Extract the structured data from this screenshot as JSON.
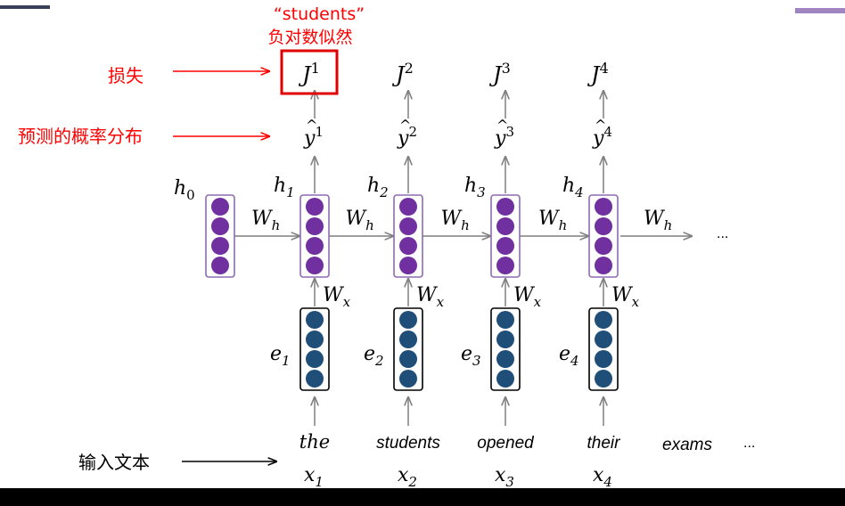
{
  "annotations": {
    "students_quote": "“students”",
    "neg_log_likelihood": "负对数似然",
    "loss": "损失",
    "predicted_distribution": "预测的概率分布",
    "input_text": "输入文本"
  },
  "initial_hidden": {
    "symbol": "h",
    "sub": "0"
  },
  "weight_h": {
    "symbol": "W",
    "sub": "h"
  },
  "weight_x": {
    "symbol": "W",
    "sub": "x"
  },
  "continuation": "...",
  "steps": [
    {
      "word": "the",
      "x_sub": "1",
      "e_sub": "1",
      "h_sub": "1",
      "y_sup": "1",
      "j_sup": "1",
      "highlight_loss": true
    },
    {
      "word": "students",
      "x_sub": "2",
      "e_sub": "2",
      "h_sub": "2",
      "y_sup": "2",
      "j_sup": "2",
      "highlight_loss": false
    },
    {
      "word": "opened",
      "x_sub": "3",
      "e_sub": "3",
      "h_sub": "3",
      "y_sup": "3",
      "j_sup": "3",
      "highlight_loss": false
    },
    {
      "word": "their",
      "x_sub": "4",
      "e_sub": "4",
      "h_sub": "4",
      "y_sup": "4",
      "j_sup": "4",
      "highlight_loss": false
    }
  ],
  "trailing_word": "exams",
  "colors": {
    "hidden_dot": "#7030a0",
    "hidden_border": "#8e6bb3",
    "embed_dot": "#1f4e79",
    "embed_border": "#000000",
    "arrow_gray": "#7f7f7f",
    "annotation_red": "#ff0000",
    "highlight_box": "#e00000"
  }
}
